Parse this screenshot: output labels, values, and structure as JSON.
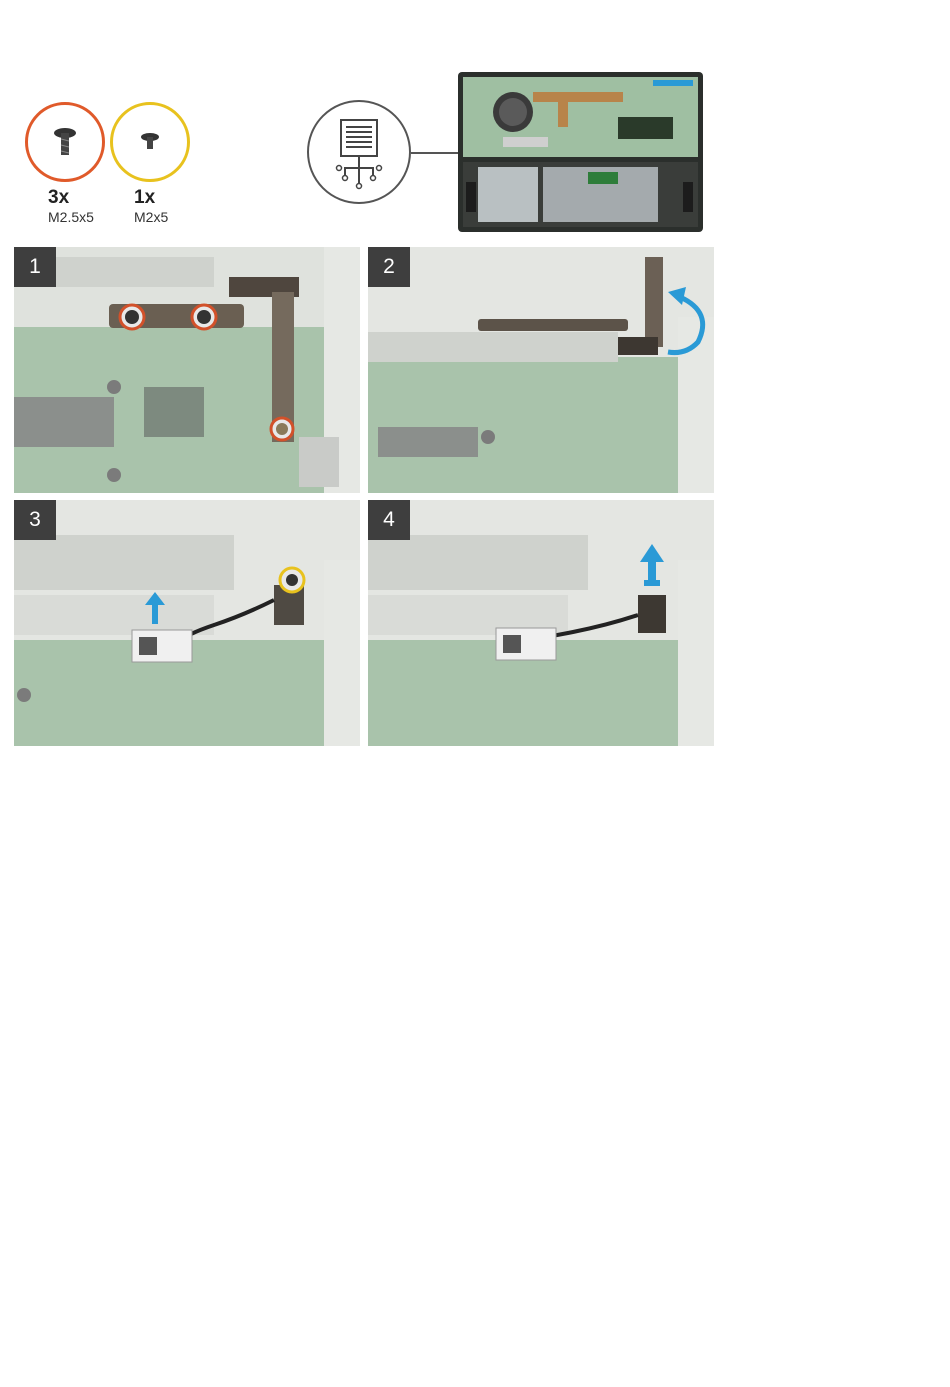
{
  "legend": {
    "screws": [
      {
        "count": "3x",
        "size": "M2.5x5",
        "ring_color": "#e05a2a"
      },
      {
        "count": "1x",
        "size": "M2x5",
        "ring_color": "#e8c21e"
      }
    ]
  },
  "steps": [
    {
      "number": "1"
    },
    {
      "number": "2"
    },
    {
      "number": "3"
    },
    {
      "number": "4"
    }
  ],
  "colors": {
    "arrow": "#2a9ad6",
    "panel_bg": "#d9dcd7",
    "board_green": "#8fb391",
    "step_badge": "#3e3e3e"
  }
}
